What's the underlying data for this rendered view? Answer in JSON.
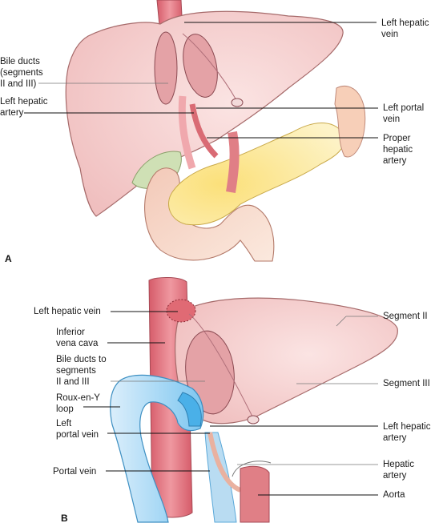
{
  "panel_a": {
    "letter": "A",
    "labels": {
      "left_hepatic_vein": "Left hepatic\nvein",
      "bile_ducts": "Bile ducts\n(segments\nII and III)",
      "left_hepatic_artery": "Left hepatic\nartery",
      "left_portal_vein": "Left portal\nvein",
      "proper_hepatic_artery": "Proper\nhepatic\nartery"
    }
  },
  "panel_b": {
    "letter": "B",
    "labels": {
      "left_hepatic_vein": "Left hepatic vein",
      "inferior_vena_cava": "Inferior\nvena cava",
      "bile_ducts": "Bile ducts to\nsegments\nII and III",
      "roux_en_y_loop": "Roux-en-Y\nloop",
      "left_portal_vein": "Left\nportal vein",
      "portal_vein": "Portal vein",
      "segment_ii": "Segment II",
      "segment_iii": "Segment III",
      "left_hepatic_artery": "Left hepatic\nartery",
      "hepatic_artery": "Hepatic\nartery",
      "aorta": "Aorta"
    }
  },
  "colors": {
    "liver": "#f5d1d0",
    "liver_outline": "#a66a6a",
    "vessel_red": "#e07f86",
    "pancreas": "#fbe7a0",
    "duodenum": "#f7d8c8",
    "gallbladder": "#cfe0b5",
    "roux_loop": "#b9dcf2",
    "roux_loop_dark": "#4ab0e8"
  }
}
